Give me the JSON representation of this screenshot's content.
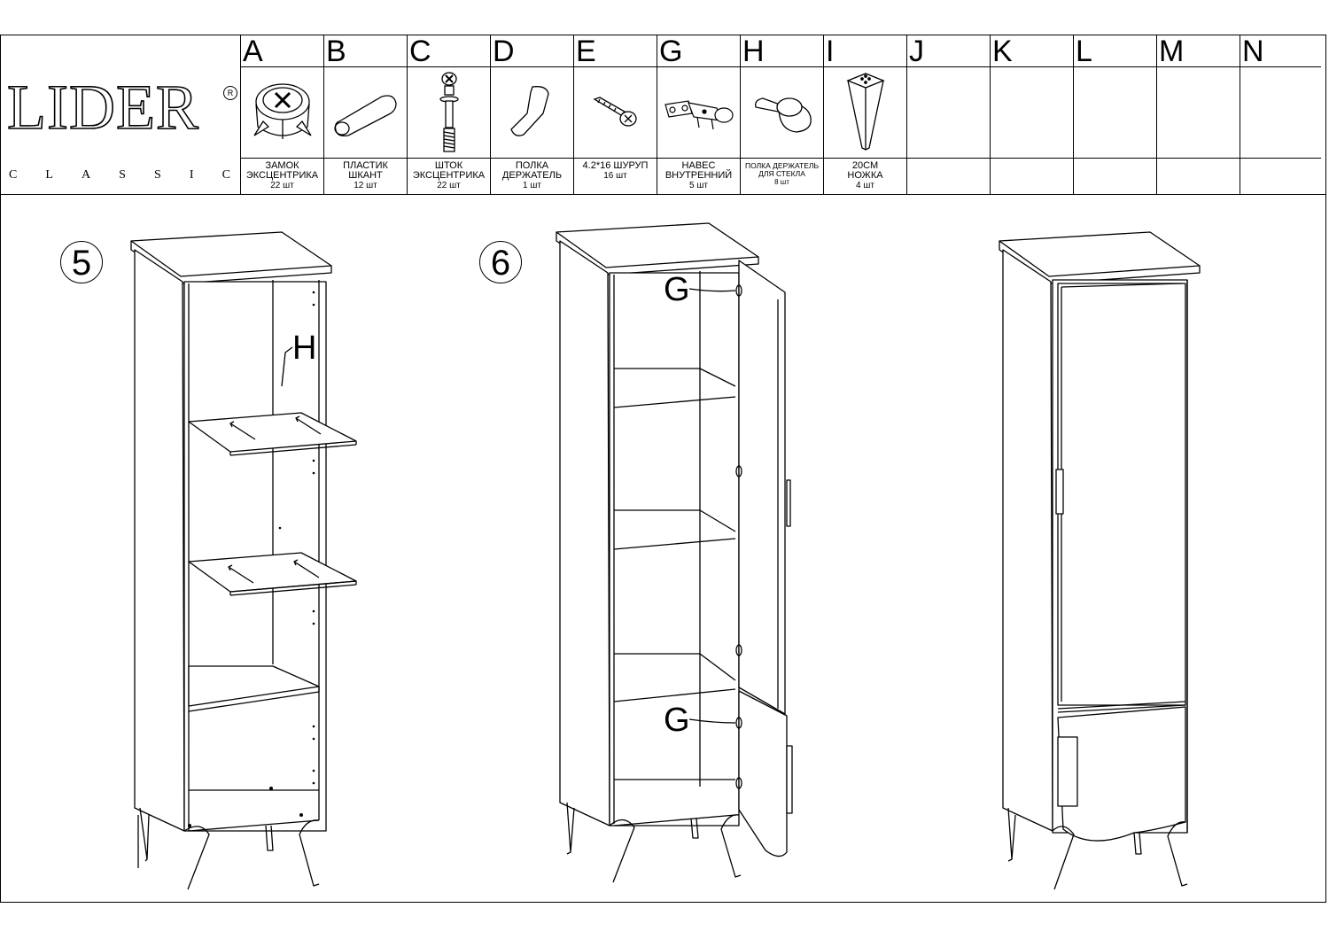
{
  "logo": {
    "brand": "LIDER",
    "sub_letters": [
      "C",
      "L",
      "A",
      "S",
      "S",
      "I",
      "C"
    ],
    "reg_mark": "R"
  },
  "parts": [
    {
      "letter": "A",
      "icon": "cam-lock-icon",
      "lines": [
        "ЗАМОК",
        "ЭКСЦЕНТРИКА"
      ],
      "qty": "22 шт"
    },
    {
      "letter": "B",
      "icon": "wooden-dowel-icon",
      "lines": [
        "ПЛАСТИК",
        "ШКАНТ"
      ],
      "qty": "12 шт"
    },
    {
      "letter": "C",
      "icon": "cam-bolt-icon",
      "lines": [
        "ШТОК",
        "ЭКСЦЕНТРИКА"
      ],
      "qty": "22 шт"
    },
    {
      "letter": "D",
      "icon": "shelf-support-icon",
      "lines": [
        "ПОЛКА",
        "ДЕРЖАТЕЛЬ"
      ],
      "qty": "1 шт"
    },
    {
      "letter": "E",
      "icon": "screw-icon",
      "lines": [
        "4.2*16 ШУРУП"
      ],
      "qty": "16 шт"
    },
    {
      "letter": "G",
      "icon": "hinge-icon",
      "lines": [
        "НАВЕС",
        "ВНУТРЕННИЙ"
      ],
      "qty": "5 шт"
    },
    {
      "letter": "H",
      "icon": "glass-shelf-holder-icon",
      "lines": [
        "ПОЛКА ДЕРЖАТЕЛЬ",
        "ДЛЯ СТЕКЛА"
      ],
      "qty": "8 шт",
      "small": true
    },
    {
      "letter": "I",
      "icon": "furniture-leg-icon",
      "lines": [
        "20СМ",
        "НОЖКА"
      ],
      "qty": "4 шт"
    },
    {
      "letter": "J",
      "icon": "",
      "lines": [],
      "qty": ""
    },
    {
      "letter": "K",
      "icon": "",
      "lines": [],
      "qty": ""
    },
    {
      "letter": "L",
      "icon": "",
      "lines": [],
      "qty": ""
    },
    {
      "letter": "M",
      "icon": "",
      "lines": [],
      "qty": ""
    },
    {
      "letter": "N",
      "icon": "",
      "lines": [],
      "qty": ""
    }
  ],
  "steps": [
    {
      "number": "5",
      "callouts": [
        "H"
      ]
    },
    {
      "number": "6",
      "callouts": [
        "G",
        "G"
      ]
    }
  ]
}
